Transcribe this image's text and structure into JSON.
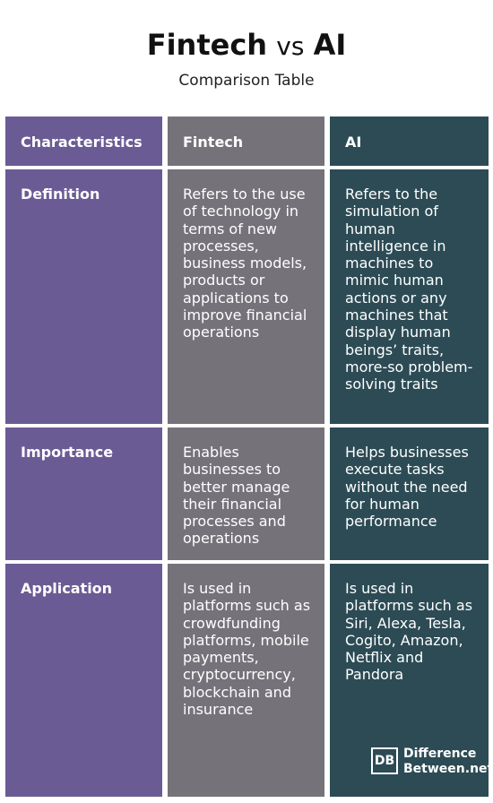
{
  "header": {
    "title_left": "Fintech",
    "title_vs": "vs",
    "title_right": "AI",
    "subtitle": "Comparison Table"
  },
  "table": {
    "columns": [
      "Characteristics",
      "Fintech",
      "AI"
    ],
    "rows": [
      {
        "label": "Definition",
        "fintech": "Refers to the use of technology in terms of new processes, business models, products or applications to improve financial operations",
        "ai": "Refers to the simulation of human intelligence in machines to mimic human actions or any machines that display human beings’ traits, more-so problem-solving traits"
      },
      {
        "label": "Importance",
        "fintech": "Enables businesses to better manage their financial processes and operations",
        "ai": "Helps businesses execute tasks without the need for human performance"
      },
      {
        "label": "Application",
        "fintech": "Is used in platforms such as crowdfunding platforms, mobile payments, cryptocurrency, blockchain and insurance",
        "ai": "Is used in platforms such as Siri, Alexa, Tesla, Cogito, Amazon, Netflix and Pandora"
      }
    ]
  },
  "logo": {
    "mark": "DB",
    "line1": "Difference",
    "line2": "Between.net"
  },
  "colors": {
    "characteristics": "#6b5b95",
    "fintech": "#76727a",
    "ai": "#2c4b55"
  }
}
